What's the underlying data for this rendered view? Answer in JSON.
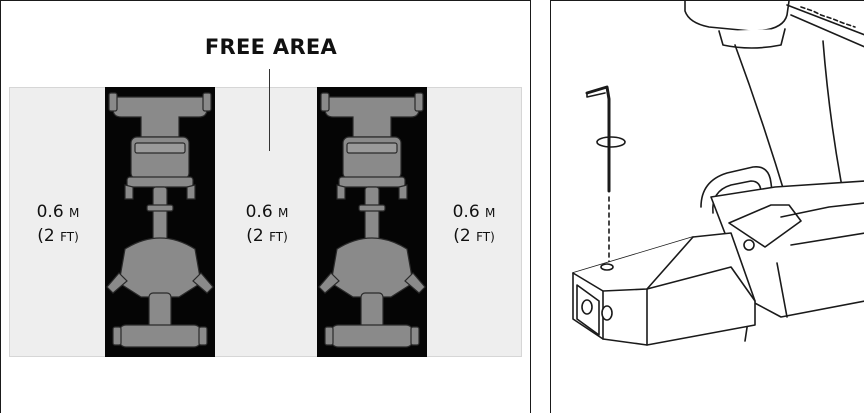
{
  "title": "FREE AREA",
  "dimensions": [
    {
      "value": "0.6",
      "unit": "M",
      "imperial_value": "(2",
      "imperial_unit": "FT)"
    },
    {
      "value": "0.6",
      "unit": "M",
      "imperial_value": "(2",
      "imperial_unit": "FT)"
    },
    {
      "value": "0.6",
      "unit": "M",
      "imperial_value": "(2",
      "imperial_unit": "FT)"
    }
  ],
  "colors": {
    "machine_fill": "#050505",
    "free_area_fill": "#eeeeee",
    "equipment_gray": "#8a8a8a"
  }
}
